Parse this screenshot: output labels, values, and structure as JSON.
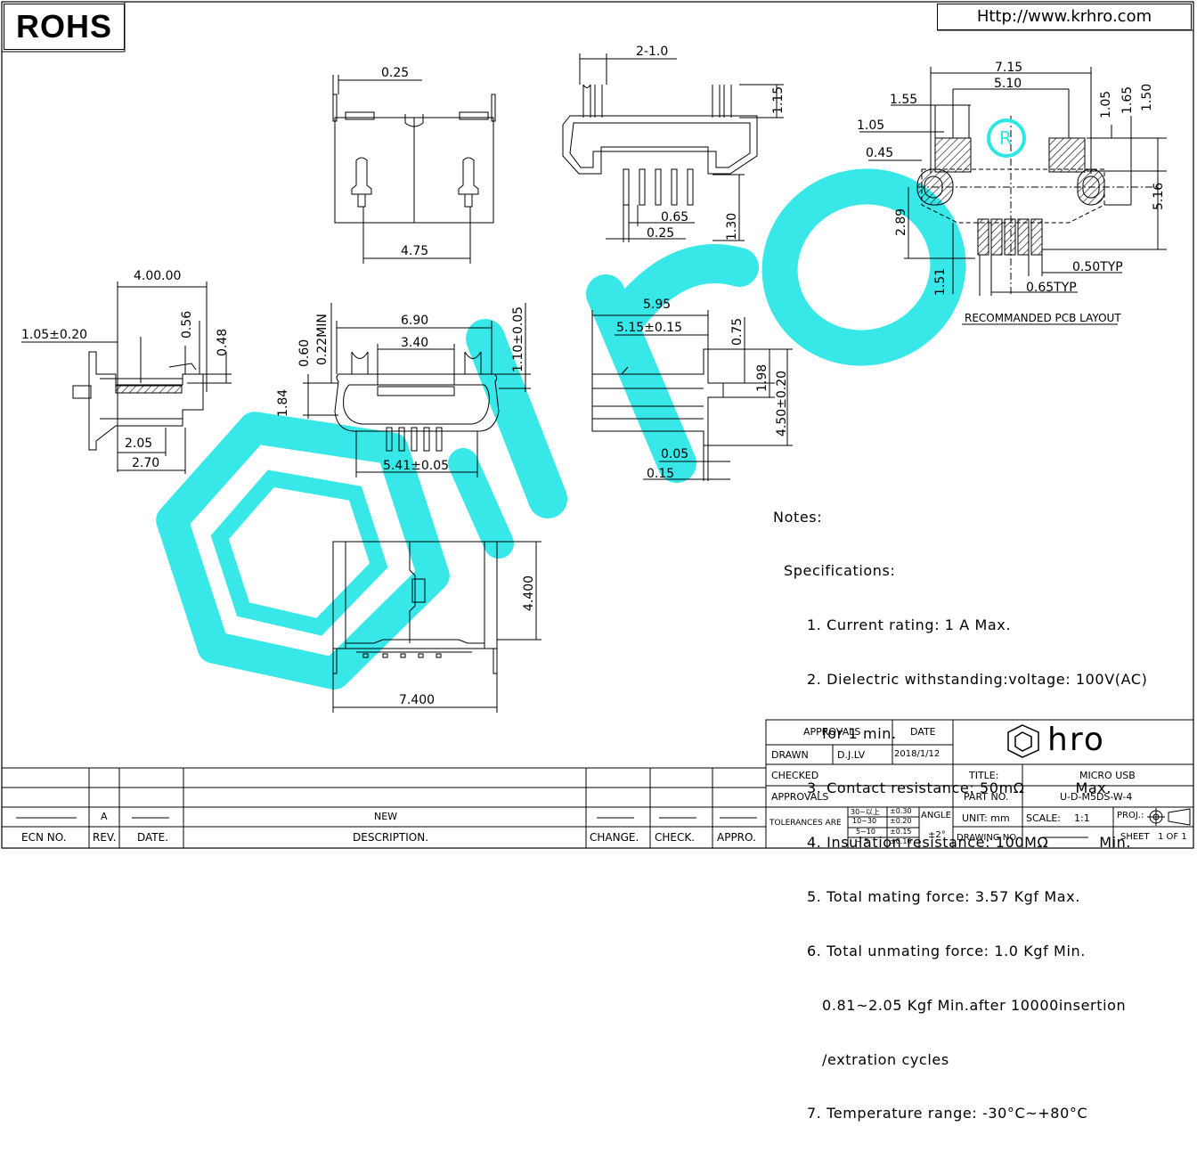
{
  "header": {
    "rohs_label": "ROHS",
    "url": "Http://www.krhro.com"
  },
  "watermark": {
    "text": "hro",
    "color": "#2ee6e6"
  },
  "top_view": {
    "dims": [
      "0.25",
      "4.75"
    ]
  },
  "front_top_view": {
    "dims": [
      "2-1.0",
      "1.15",
      "0.65",
      "0.25",
      "1.30"
    ]
  },
  "pcb_layout": {
    "dims": [
      "7.15",
      "5.10",
      "1.55",
      "1.05",
      "1.65",
      "1.50",
      "1.05",
      "0.45",
      "5.16",
      "2.89",
      "1.51",
      "0.50TYP",
      "0.65TYP"
    ],
    "caption": "RECOMMANDED PCB LAYOUT",
    "registered_mark": "R"
  },
  "side_view": {
    "dims": [
      "4.00.00",
      "0.56",
      "1.05±0.20",
      "0.48",
      "2.05",
      "2.70"
    ]
  },
  "front_view": {
    "dims": [
      "6.90",
      "0.22MIN",
      "3.40",
      "1.10±0.05",
      "0.60",
      "1.84",
      "5.41±0.05"
    ]
  },
  "right_view": {
    "dims": [
      "5.95",
      "5.15±0.15",
      "0.75",
      "1.98",
      "4.50±0.20",
      "0.05",
      "0.15"
    ]
  },
  "bottom_view": {
    "dims": [
      "4.400",
      "7.400"
    ]
  },
  "notes": {
    "heading": "Notes:",
    "sub": "Specifications:",
    "lines": [
      "1. Current rating: 1 A Max.",
      "2. Dielectric withstanding:voltage: 100V(AC)",
      "   for 1 min.",
      "3. Contact resistance: 50mΩ          Max.",
      "4. Insulation resistance: 100MΩ          Min.",
      "5. Total mating force: 3.57 Kgf Max.",
      "6. Total unmating force: 1.0 Kgf Min.",
      "   0.81~2.05 Kgf Min.after 10000insertion",
      "   /extration cycles",
      "7. Temperature range: -30°C~+80°C"
    ]
  },
  "title_block": {
    "approvals": "APPROVALS",
    "date": "DATE",
    "drawn": "DRAWN",
    "drawn_by": "D.J.LV",
    "drawn_date": "2018/1/12",
    "checked": "CHECKED",
    "approvals2": "APPROVALS",
    "tolerances_are": "TOLERANCES ARE",
    "tol_ranges": [
      "30~以上",
      "10~30",
      "5~10",
      "~ 5"
    ],
    "tol_values": [
      "±0.30",
      "±0.20",
      "±0.15",
      "±0.10"
    ],
    "angle": "ANGLE",
    "angle_value": "±2°",
    "logo": "hro",
    "title_label": "TITLE:",
    "title_value": "MICRO USB",
    "part_label": "PART NO.",
    "part_value": "U-D-M5DS-W-4",
    "unit": "UNIT: mm",
    "scale_label": "SCALE:",
    "scale_value": "1:1",
    "proj": "PROJ.:",
    "drawing_no": "DRAWING NO.",
    "sheet_label": "SHEET",
    "sheet_value": "1 OF 1"
  },
  "revision_block": {
    "rev": "A",
    "description": "NEW",
    "headers": [
      "ECN NO.",
      "REV.",
      "DATE.",
      "DESCRIPTION.",
      "CHANGE.",
      "CHECK.",
      "APPRO."
    ]
  }
}
